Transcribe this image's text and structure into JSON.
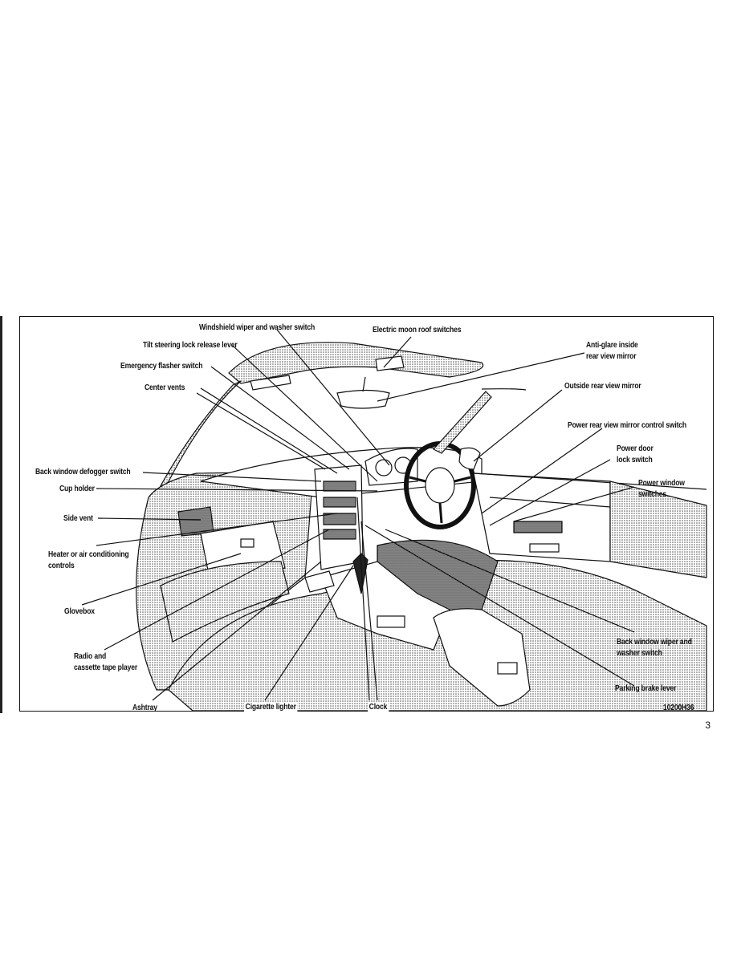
{
  "figure_code": "10200H36",
  "page_number": "3",
  "labels": {
    "wiper_switch": "Windshield wiper and washer switch",
    "moon_roof": "Electric moon roof switches",
    "tilt_lever": "Tilt steering lock release lever",
    "anti_glare_1": "Anti-glare inside",
    "anti_glare_2": "rear view mirror",
    "flasher": "Emergency flasher switch",
    "outside_mirror": "Outside rear view mirror",
    "center_vents": "Center vents",
    "mirror_control": "Power rear view mirror control switch",
    "door_lock_1": "Power door",
    "door_lock_2": "lock switch",
    "defogger": "Back window defogger switch",
    "cup_holder": "Cup holder",
    "power_window_1": "Power window",
    "power_window_2": "switches",
    "side_vent": "Side vent",
    "heater_1": "Heater or air conditioning",
    "heater_2": "controls",
    "glovebox": "Glovebox",
    "back_wiper_1": "Back window wiper and",
    "back_wiper_2": "washer switch",
    "radio_1": "Radio and",
    "radio_2": "cassette tape player",
    "parking_brake": "Parking brake lever",
    "ashtray": "Ashtray",
    "cigarette": "Cigarette lighter",
    "clock": "Clock"
  }
}
